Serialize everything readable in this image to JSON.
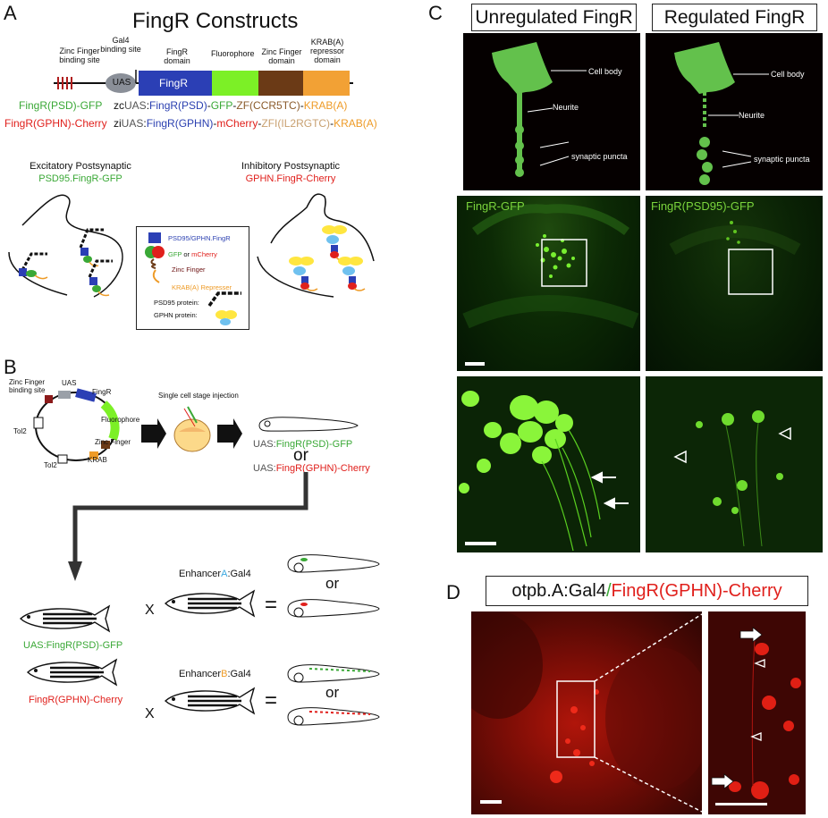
{
  "panels": {
    "a": "A",
    "b": "B",
    "c": "C",
    "d": "D"
  },
  "panel_a": {
    "title": "FingR Constructs",
    "construct_labels": {
      "zinc_finger_binding_site": "Zinc Finger binding site",
      "gal4_binding_site": "Gal4 binding site",
      "uas": "UAS",
      "fingr_domain": "FingR domain",
      "fingr_box": "FingR",
      "fluorophore": "Fluorophore",
      "zinc_finger_domain": "Zinc Finger domain",
      "krab_domain": "KRAB(A) repressor domain"
    },
    "construct_rows": [
      {
        "name": "FingR(PSD)-GFP",
        "prefix": "zc",
        "uas": "UAS",
        "fingr": "FingR(PSD)",
        "fluor": "GFP",
        "zf": "ZF(CCR5TC)",
        "krab": "KRAB(A)"
      },
      {
        "name": "FingR(GPHN)-Cherry",
        "prefix": "zi",
        "uas": "UAS",
        "fingr": "FingR(GPHN)",
        "fluor": "mCherry",
        "zf": "ZFI(IL2RGTC)",
        "krab": "KRAB(A)"
      }
    ],
    "excitatory_title": "Excitatory Postsynaptic",
    "excitatory_sub": "PSD95.FingR-GFP",
    "inhibitory_title": "Inhibitory Postsynaptic",
    "inhibitory_sub": "GPHN.FingR-Cherry",
    "legend": {
      "fingr": "PSD95/GPHN.FingR",
      "gfp": "GFP",
      "or": "or",
      "mcherry": "mCherry",
      "zinc_finger": "Zinc Finger",
      "krab": "KRAB(A) Represser",
      "psd95": "PSD95 protein:",
      "gphn": "GPHN protein:"
    },
    "separators": {
      "hyphen": "-",
      "colon": ":"
    }
  },
  "panel_b": {
    "plasmid_labels": {
      "zf_site": "Zinc Finger binding site",
      "uas": "UAS",
      "fingr": "FingR",
      "fluorophore": "Fluorophore",
      "zinc_finger": "Zinc Finger",
      "krab": "KRAB",
      "tol2_left": "Tol2",
      "tol2_bottom": "Tol2"
    },
    "injection_label": "Single cell stage injection",
    "uas_prefix": "UAS:",
    "product_a": "FingR(PSD)-GFP",
    "or_big": "or",
    "product_b": "FingR(GPHN)-Cherry",
    "enhancer_a_pre": "Enhancer",
    "enhancer_a_letter": "A",
    "enhancer_a_post": ":Gal4",
    "enhancer_b_pre": "Enhancer",
    "enhancer_b_letter": "B",
    "enhancer_b_post": ":Gal4",
    "fish_label_1": "UAS:FingR(PSD)-GFP",
    "fish_label_2": "FingR(GPHN)-Cherry",
    "cross": "X",
    "equals": "=",
    "or_small": "or"
  },
  "panel_c": {
    "header_left": "Unregulated FingR",
    "header_right": "Regulated FingR",
    "schematic_labels": {
      "cell_body": "Cell body",
      "neurite": "Neurite",
      "synaptic_puncta": "synaptic puncta"
    },
    "micro_left_label": "FingR-GFP",
    "micro_right_label": "FingR(PSD95)-GFP"
  },
  "panel_d": {
    "header_pre": "otpb.A:Gal4",
    "header_slash": "/",
    "header_post": "FingR(GPHN)-Cherry"
  },
  "colors": {
    "green": "#3aa836",
    "red": "#e0201c",
    "blue": "#2a3fb0",
    "orange": "#ee9b27",
    "brown": "#6b3a16",
    "fluor_green": "#7cf026"
  }
}
